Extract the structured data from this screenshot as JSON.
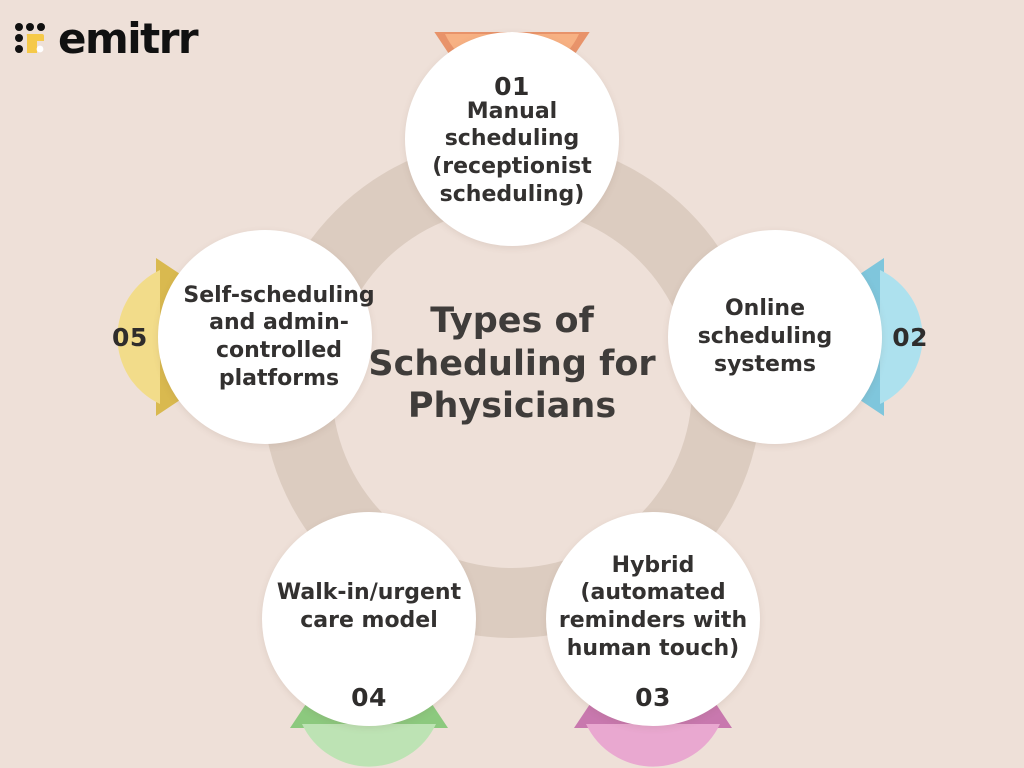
{
  "brand": {
    "name": "emitrr",
    "mark_icon": "emitrr-dot-grid-logo-icon",
    "mark_dark_color": "#111111",
    "mark_accent_color": "#F5C949"
  },
  "background": {
    "page_color": "#EEE0D8",
    "ring_color": "#DCCCC0"
  },
  "center": {
    "title_line_1": "Types of",
    "title_line_2": "Scheduling for",
    "title_line_3": "Physicians",
    "title_color": "#3F3C3A"
  },
  "nodes": [
    {
      "number": "01",
      "label": "Manual scheduling (receptionist scheduling)",
      "badge_position": "top",
      "badge_color": "#F7B183",
      "badge_fold_color": "#E8936A"
    },
    {
      "number": "02",
      "label": "Online scheduling systems",
      "badge_position": "right",
      "badge_color": "#ADE1EE",
      "badge_fold_color": "#7FC6DC"
    },
    {
      "number": "03",
      "label": "Hybrid (automated reminders with human touch)",
      "badge_position": "bottom",
      "badge_color": "#E9A8D0",
      "badge_fold_color": "#C878AE"
    },
    {
      "number": "04",
      "label": "Walk-in/urgent care model",
      "badge_position": "bottom",
      "badge_color": "#BDE3B4",
      "badge_fold_color": "#8CC97E"
    },
    {
      "number": "05",
      "label": "Self-scheduling and admin-controlled platforms",
      "badge_position": "left",
      "badge_color": "#F2DC8A",
      "badge_fold_color": "#D9B94F"
    }
  ]
}
